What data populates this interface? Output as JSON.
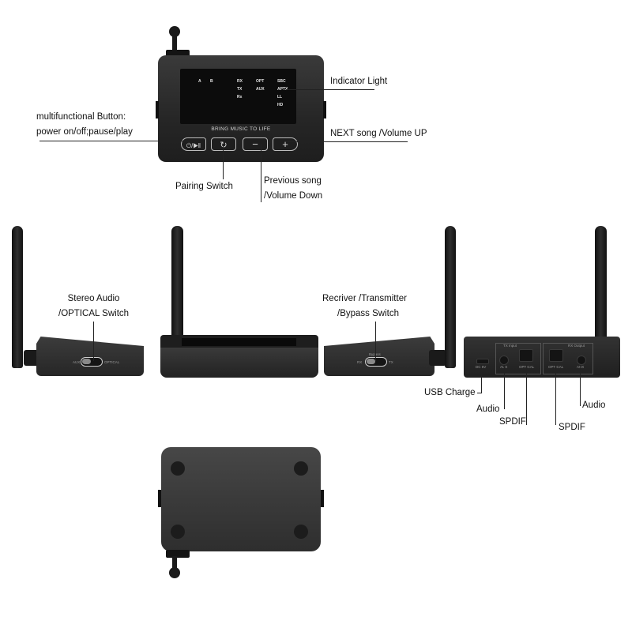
{
  "front_panel": {
    "screen_indicators": {
      "col1": [
        "A",
        "B"
      ],
      "col2": [
        "RX",
        "TX",
        "Rx"
      ],
      "col3": [
        "OPT",
        "AUX"
      ],
      "col4": [
        "SBC",
        "APTX",
        "LL",
        "HD"
      ]
    },
    "slogan": "BRING MUSIC TO LIFE",
    "buttons": [
      {
        "name": "power-play-button",
        "icon": "power-play-icon",
        "glyph": "⏻/▶‖"
      },
      {
        "name": "pairing-button",
        "icon": "bluetooth-pair-icon",
        "glyph": "↻"
      },
      {
        "name": "volume-down-button",
        "icon": "minus-icon",
        "glyph": "−"
      },
      {
        "name": "volume-up-button",
        "icon": "plus-icon",
        "glyph": "+"
      }
    ]
  },
  "callouts": {
    "indicator_light": "Indicator Light",
    "multifunction_line1": "multifunctional Button:",
    "multifunction_line2": "power on/off;pause/play",
    "next_song": "NEXT song /Volume UP",
    "pairing_switch": "Pairing Switch",
    "previous_line1": "Previous song",
    "previous_line2": "/Volume Down",
    "stereo_line1": "Stereo Audio",
    "stereo_line2": "/OPTICAL Switch",
    "receiver_line1": "Recriver /Transmitter",
    "receiver_line2": "/Bypass Switch",
    "usb_charge": "USB Charge",
    "audio_in": "Audio",
    "spdif_in": "SPDIF",
    "spdif_out": "SPDIF",
    "audio_out": "Audio"
  },
  "switch_labels": {
    "aux": "AUX",
    "optical": "OPTICAL",
    "rx": "RX",
    "tx": "TX",
    "bypass": "Bypass"
  },
  "back_panel": {
    "tx_input": "TX Input",
    "rx_output": "RX Output",
    "dc": "DC 5V",
    "aux": "AUX",
    "optical": "OPTICAL"
  },
  "colors": {
    "device_body": "#2b2b2b",
    "device_dark": "#161616",
    "screen": "#0c0c0c",
    "bottom_shell": "#3a3a3a"
  }
}
